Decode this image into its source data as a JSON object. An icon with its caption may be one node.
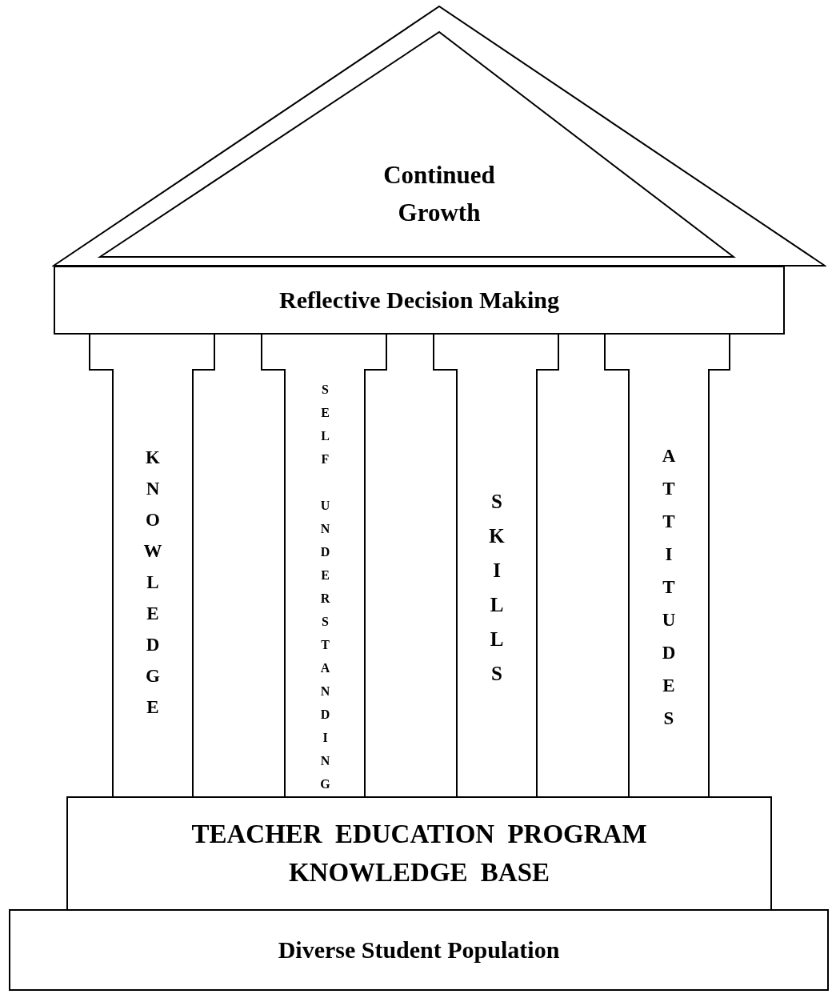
{
  "diagram": {
    "nodes": [
      {
        "text": [
          "Continued Growth"
        ]
      },
      {
        "text": [
          "Reflective Decision Making"
        ]
      },
      {
        "text": [],
        "shape": "box"
      },
      {
        "text": [],
        "shape": "box"
      },
      {
        "text": [],
        "shape": "box"
      },
      {
        "text": [],
        "shape": "box"
      },
      {
        "text": [
          "KNOWLEDGE"
        ]
      },
      {
        "text": [
          "SELF UNDERSTANDING"
        ]
      },
      {
        "text": [
          "SKILLS"
        ]
      },
      {
        "text": [
          "ATTITUDES"
        ]
      },
      {
        "text": [
          "TEACHER EDUCATION PROGRAM KNOWLEDGE BASE"
        ]
      },
      {
        "text": [
          "Diverse Student Population"
        ]
      }
    ]
  }
}
